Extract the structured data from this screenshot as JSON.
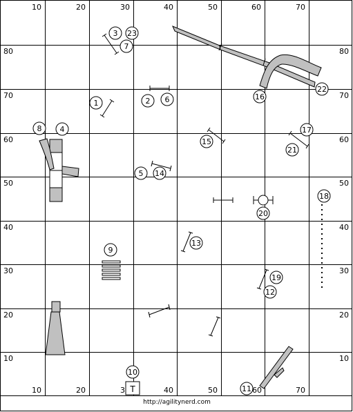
{
  "footer": {
    "url": "http://agilitynerd.com"
  },
  "axes": {
    "top": [
      "10",
      "20",
      "30",
      "40",
      "50",
      "60",
      "70"
    ],
    "bottom": [
      "10",
      "20",
      "30",
      "40",
      "50",
      "60",
      "70"
    ],
    "left": [
      "80",
      "70",
      "60",
      "50",
      "40",
      "30",
      "20",
      "10"
    ],
    "right": [
      "80",
      "70",
      "60",
      "50",
      "40",
      "30",
      "20",
      "10"
    ]
  },
  "markers": {
    "m1": "1",
    "m2": "2",
    "m3": "3",
    "m4": "4",
    "m5": "5",
    "m6": "6",
    "m7": "7",
    "m8": "8",
    "m9": "9",
    "m10": "10",
    "m11": "11",
    "m12": "12",
    "m13": "13",
    "m14": "14",
    "m15": "15",
    "m16": "16",
    "m17": "17",
    "m18": "18",
    "m19": "19",
    "m20": "20",
    "m21": "21",
    "m22": "22",
    "m23": "23"
  },
  "table": {
    "label": "T"
  },
  "colors": {
    "equipment_fill": "#c0c0c0",
    "grid": "#000000",
    "background": "#ffffff"
  }
}
